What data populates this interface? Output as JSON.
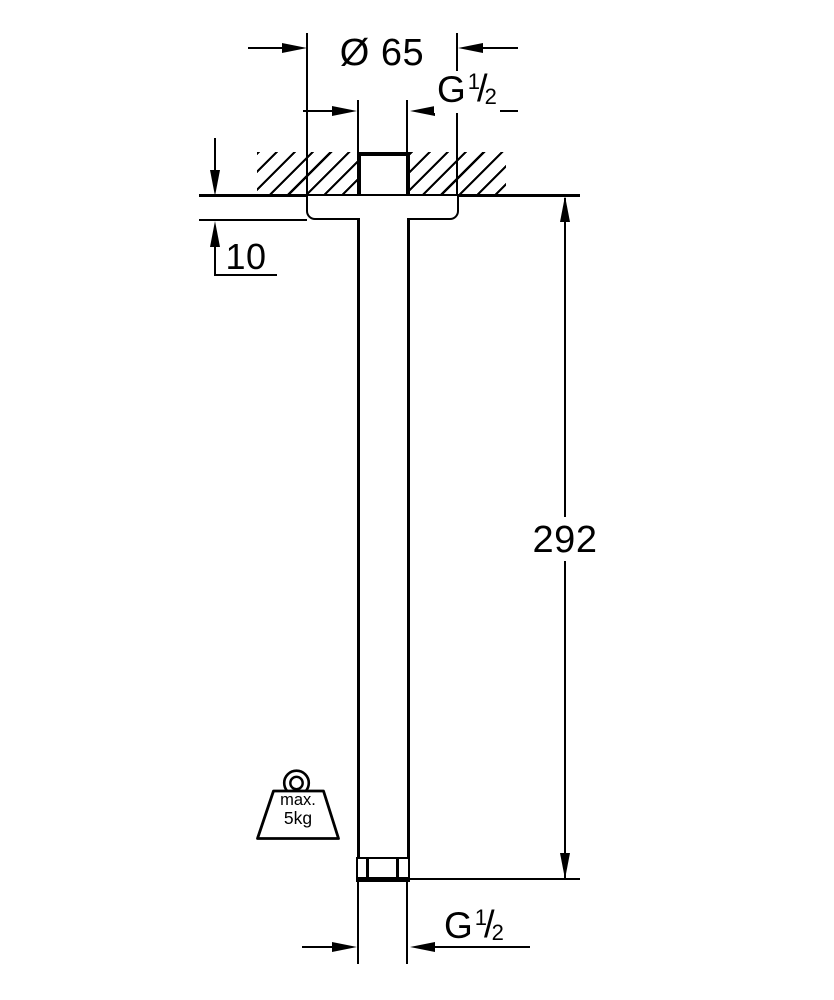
{
  "colors": {
    "line": "#000000",
    "background": "#ffffff"
  },
  "dimensions": {
    "flange_diameter_label": "Ø 65",
    "flange_thickness_label": "10",
    "arm_length_label": "292"
  },
  "thread_top": {
    "base": "G",
    "numerator": "1",
    "slash": "/",
    "denominator": "2"
  },
  "thread_bottom": {
    "base": "G",
    "numerator": "1",
    "slash": "/",
    "denominator": "2"
  },
  "weight_badge": {
    "line1": "max.",
    "line2": "5kg"
  }
}
